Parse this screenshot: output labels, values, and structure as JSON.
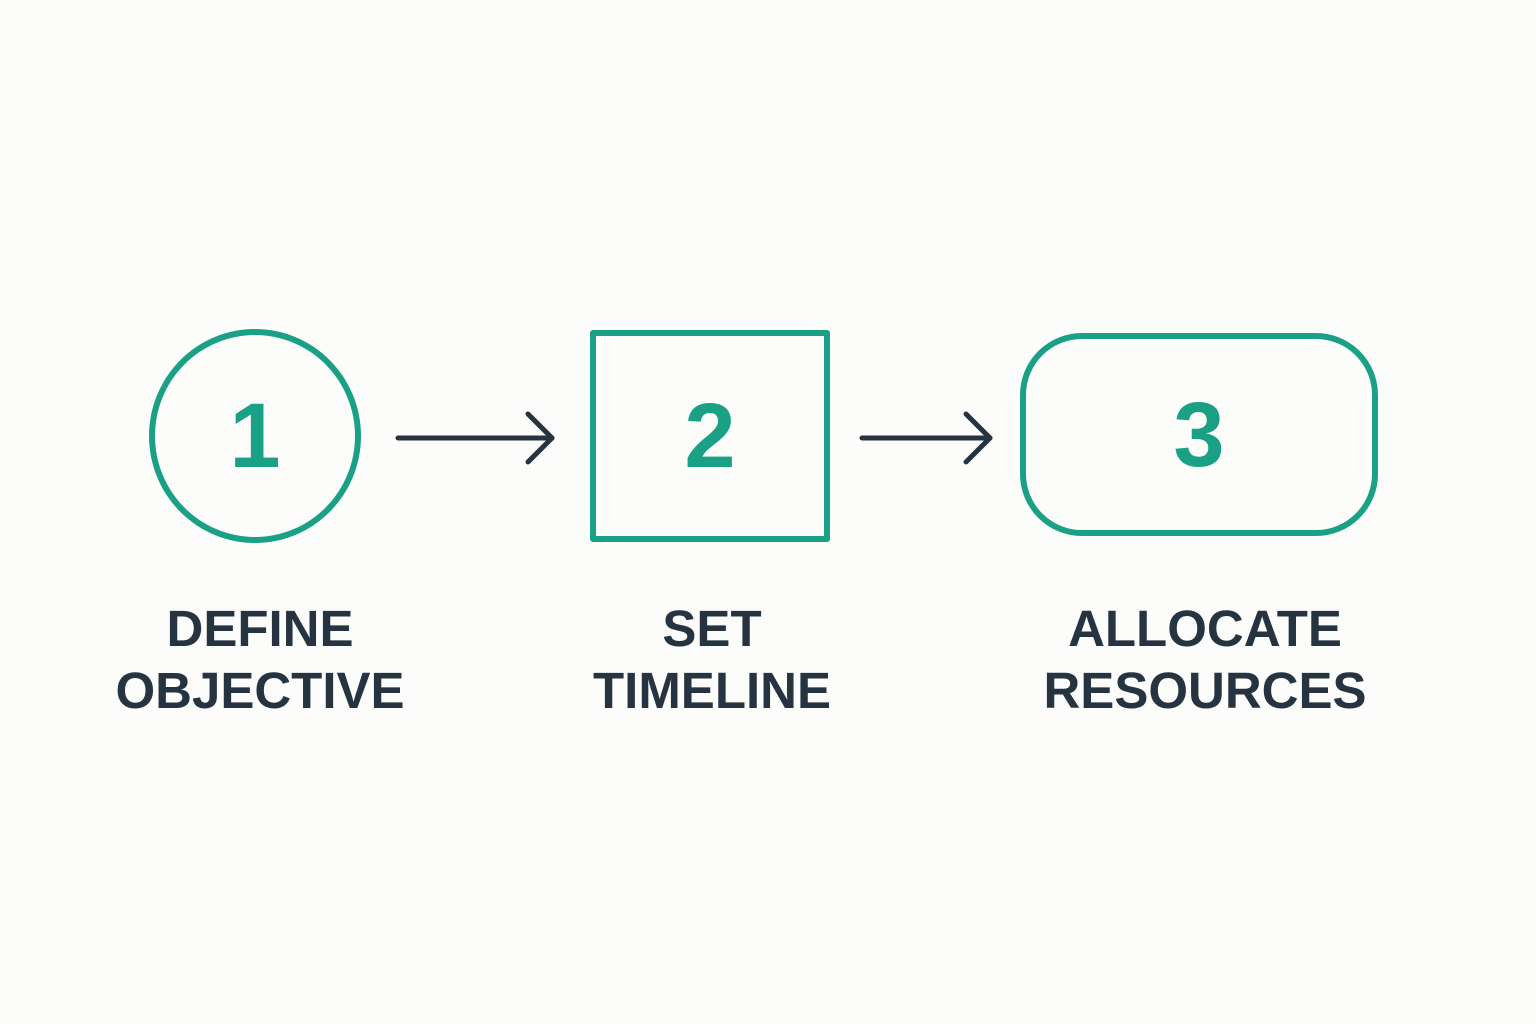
{
  "colors": {
    "background": "#fcfcfa",
    "accent": "#1aa085",
    "text": "#263340"
  },
  "steps": [
    {
      "number": "1",
      "shape": "circle",
      "label_line1": "DEFINE",
      "label_line2": "OBJECTIVE"
    },
    {
      "number": "2",
      "shape": "square",
      "label_line1": "SET",
      "label_line2": "TIMELINE"
    },
    {
      "number": "3",
      "shape": "rounded-rectangle",
      "label_line1": "ALLOCATE",
      "label_line2": "RESOURCES"
    }
  ],
  "connectors": [
    {
      "from": "1",
      "to": "2",
      "icon": "arrow-right-icon"
    },
    {
      "from": "2",
      "to": "3",
      "icon": "arrow-right-icon"
    }
  ]
}
